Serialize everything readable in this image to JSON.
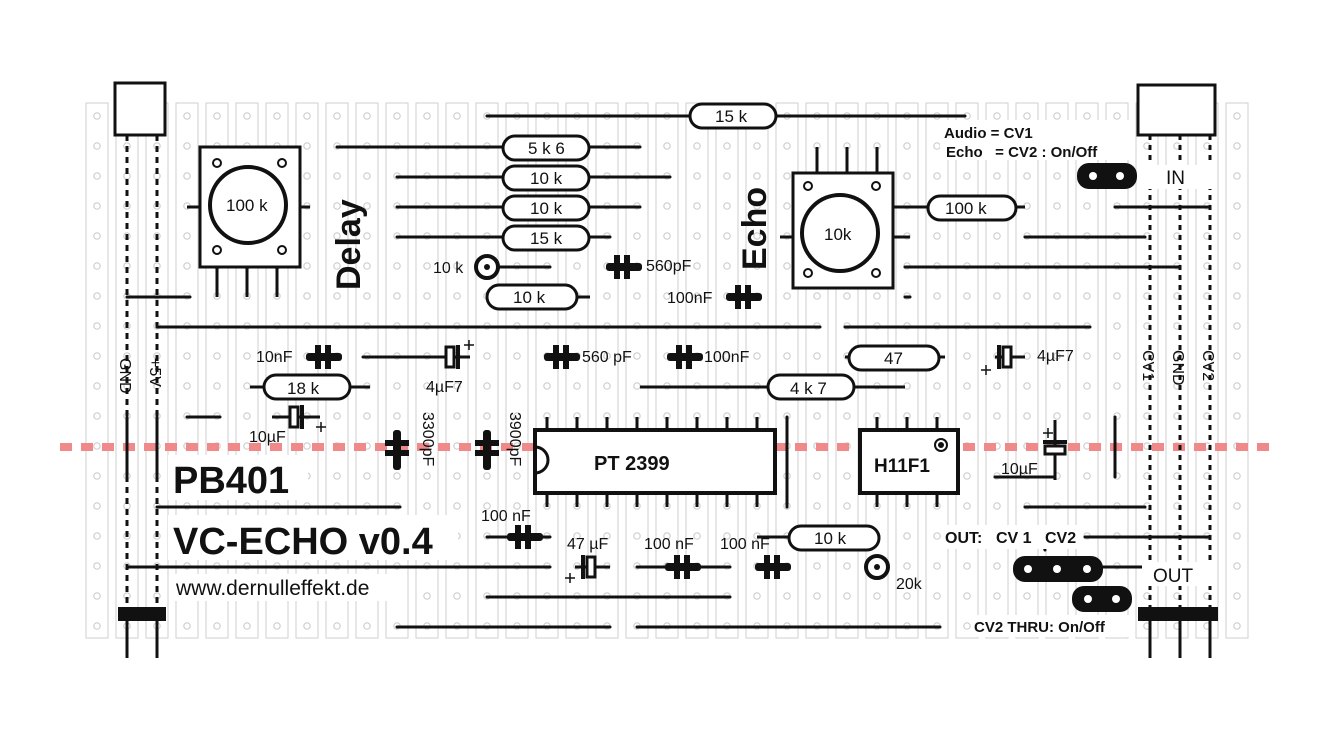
{
  "board": {
    "title": "PB401",
    "subtitle": "VC-ECHO v0.4",
    "website": "www.dernulleffekt.de"
  },
  "controls": {
    "delay_label": "Delay",
    "echo_label": "Echo",
    "delay_pot_value": "100 k",
    "echo_pot_value": "10k"
  },
  "ics": {
    "pt2399": "PT 2399",
    "h11f1": "H11F1"
  },
  "power": {
    "gnd": "GND",
    "plus5v": "+5V"
  },
  "connectors": {
    "in_label": "IN",
    "out_label": "OUT",
    "cv1": "CV1",
    "gnd": "GND",
    "cv2": "CV2"
  },
  "notes": {
    "audio_cv1": "Audio = CV1",
    "echo_cv2": "Echo   = CV2 : On/Off",
    "out_prefix": "OUT:",
    "out_cv1": "CV 1",
    "out_cv2": "CV2",
    "cv2_thru": "CV2 THRU: On/Off"
  },
  "resistors": {
    "r_15k_top": "15 k",
    "r_5k6": "5 k 6",
    "r_10k_a": "10 k",
    "r_10k_b": "10 k",
    "r_15k_b": "15 k",
    "r_10k_c": "10 k",
    "r_100k": "100 k",
    "r_47": "47",
    "r_18k": "18 k",
    "r_4k7": "4 k 7",
    "r_10k_bottom": "10 k",
    "trim_10k": "10 k",
    "trim_20k": "20k"
  },
  "capacitors": {
    "c_560pf_a": "560pF",
    "c_100nf_a": "100nF",
    "c_10nf": "10nF",
    "c_4uf7_a": "4µF7",
    "c_560pf_b": "560 pF",
    "c_100nf_b": "100nF",
    "c_4uf7_b": "4µF7",
    "c_10uf_a": "10µF",
    "c_3300pf": "3300pF",
    "c_3900pf": "3900pF",
    "c_10uf_b": "10µF",
    "c_100nf_c": "100 nF",
    "c_47uf": "47 µF",
    "c_100nf_d": "100 nF",
    "c_100nf_e": "100 nF"
  },
  "colors": {
    "board_hole": "#cfcfcf",
    "cut_line": "#f08a8a",
    "ink": "#111111"
  }
}
